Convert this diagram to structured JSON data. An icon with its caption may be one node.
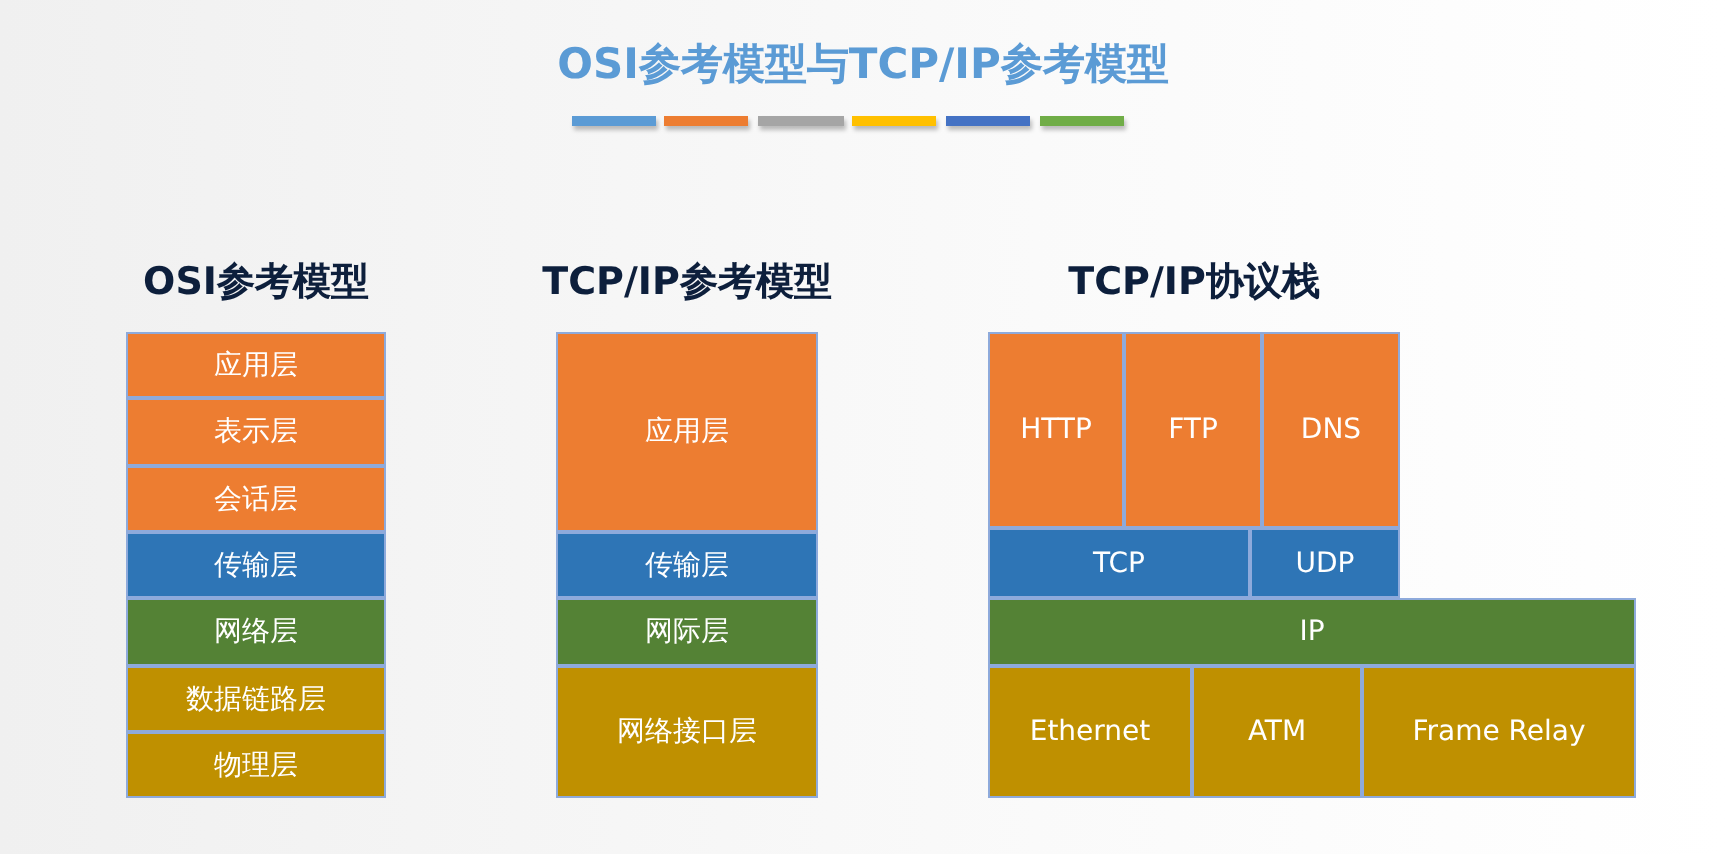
{
  "diagram": {
    "title": "OSI参考模型与TCP/IP参考模型",
    "nodes": [
      {
        "text": [
          "应用层"
        ]
      },
      {
        "text": [
          "表示层"
        ]
      },
      {
        "text": [
          "会话层"
        ]
      },
      {
        "text": [
          "传输层"
        ]
      },
      {
        "text": [
          "网络层"
        ]
      },
      {
        "text": [
          "数据链路层"
        ]
      },
      {
        "text": [
          "物理层"
        ]
      },
      {
        "text": [
          "应用层"
        ]
      },
      {
        "text": [
          "传输层"
        ]
      },
      {
        "text": [
          "网际层"
        ]
      },
      {
        "text": [
          "网络接口层"
        ]
      },
      {
        "text": [
          "HTTP"
        ]
      },
      {
        "text": [
          "FTP"
        ]
      },
      {
        "text": [
          "DNS"
        ]
      },
      {
        "text": [
          "TCP"
        ]
      },
      {
        "text": [
          "UDP"
        ]
      },
      {
        "text": [
          "IP"
        ]
      },
      {
        "text": [
          "Ethernet"
        ]
      },
      {
        "text": [
          "ATM"
        ]
      },
      {
        "text": [
          "Frame Relay"
        ]
      }
    ],
    "labels": [
      "OSI参考模型",
      "TCP/IP参考模型",
      "TCP/IP协议栈"
    ]
  }
}
